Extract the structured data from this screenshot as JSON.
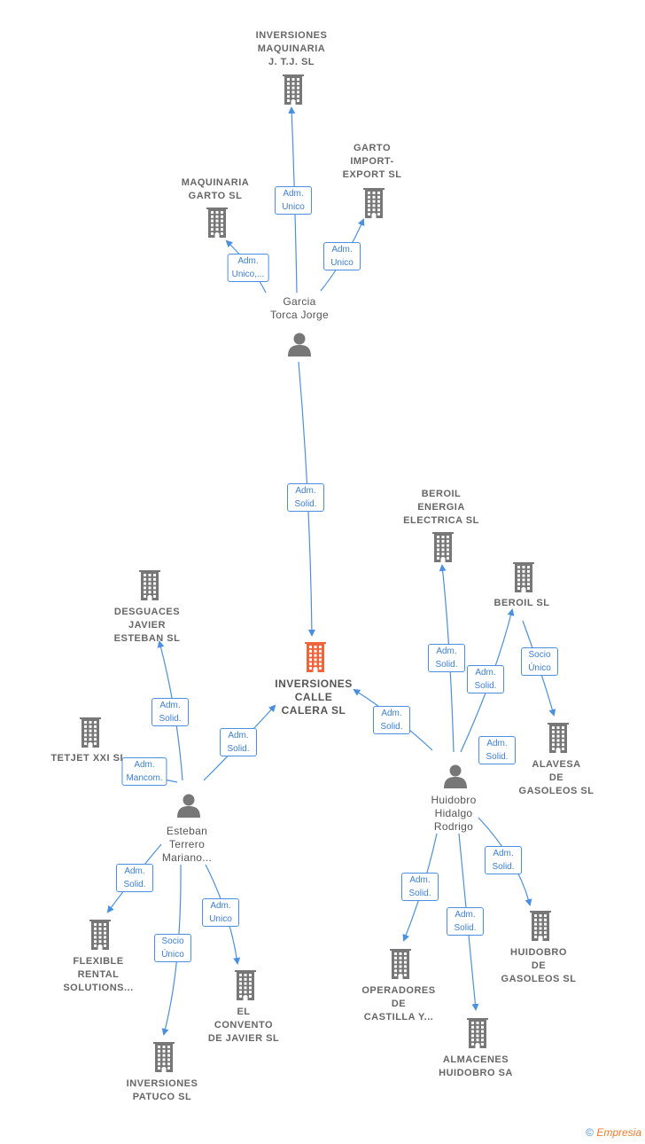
{
  "nodes": [
    {
      "id": "inversiones_maquinaria",
      "type": "company",
      "label": "INVERSIONES\nMAQUINARIA\nJ. T.J.  SL"
    },
    {
      "id": "garto_import",
      "type": "company",
      "label": "GARTO\nIMPORT-\nEXPORT  SL"
    },
    {
      "id": "maquinaria_garto",
      "type": "company",
      "label": "MAQUINARIA\nGARTO  SL"
    },
    {
      "id": "garcia_torca",
      "type": "person",
      "label": "Garcia\nTorca Jorge"
    },
    {
      "id": "inversiones_calle_calera",
      "type": "company",
      "highlight": true,
      "label": "INVERSIONES\nCALLE\nCALERA  SL"
    },
    {
      "id": "beroil_energia",
      "type": "company",
      "label": "BEROIL\nENERGIA\nELECTRICA  SL"
    },
    {
      "id": "beroil",
      "type": "company",
      "label": "BEROIL SL"
    },
    {
      "id": "alavesa",
      "type": "company",
      "label": "ALAVESA\nDE\nGASOLEOS  SL"
    },
    {
      "id": "desguaces",
      "type": "company",
      "label": "DESGUACES\nJAVIER\nESTEBAN  SL"
    },
    {
      "id": "tetjet",
      "type": "company",
      "label": "TETJET XXI  SL"
    },
    {
      "id": "esteban_terrero",
      "type": "person",
      "label": "Esteban\nTerrero\nMariano..."
    },
    {
      "id": "huidobro_hidalgo",
      "type": "person",
      "label": "Huidobro\nHidalgo\nRodrigo"
    },
    {
      "id": "flexible_rental",
      "type": "company",
      "label": "FLEXIBLE\nRENTAL\nSOLUTIONS..."
    },
    {
      "id": "el_convento",
      "type": "company",
      "label": "EL\nCONVENTO\nDE JAVIER  SL"
    },
    {
      "id": "inversiones_patuco",
      "type": "company",
      "label": "INVERSIONES\nPATUCO  SL"
    },
    {
      "id": "operadores_castilla",
      "type": "company",
      "label": "OPERADORES\nDE\nCASTILLA Y..."
    },
    {
      "id": "almacenes_huidobro",
      "type": "company",
      "label": "ALMACENES\nHUIDOBRO SA"
    },
    {
      "id": "huidobro_gasoleos",
      "type": "company",
      "label": "HUIDOBRO\nDE\nGASOLEOS SL"
    }
  ],
  "edges": [
    {
      "from": "garcia_torca",
      "to": "inversiones_maquinaria",
      "label": "Adm.\nUnico"
    },
    {
      "from": "garcia_torca",
      "to": "garto_import",
      "label": "Adm.\nUnico"
    },
    {
      "from": "garcia_torca",
      "to": "maquinaria_garto",
      "label": "Adm.\nUnico,..."
    },
    {
      "from": "garcia_torca",
      "to": "inversiones_calle_calera",
      "label": "Adm.\nSolid."
    },
    {
      "from": "huidobro_hidalgo",
      "to": "beroil_energia",
      "label": "Adm.\nSolid."
    },
    {
      "from": "huidobro_hidalgo",
      "to": "beroil",
      "label": "Adm.\nSolid."
    },
    {
      "from": "beroil",
      "to": "alavesa",
      "label": "Socio\nÚnico"
    },
    {
      "from": "huidobro_hidalgo",
      "to": "inversiones_calle_calera",
      "label": "Adm.\nSolid."
    },
    {
      "from": "huidobro_hidalgo",
      "to": "alavesa",
      "label": "Adm.\nSolid."
    },
    {
      "from": "esteban_terrero",
      "to": "desguaces",
      "label": "Adm.\nSolid."
    },
    {
      "from": "esteban_terrero",
      "to": "inversiones_calle_calera",
      "label": "Adm.\nSolid."
    },
    {
      "from": "esteban_terrero",
      "to": "tetjet",
      "label": "Adm.\nMancom."
    },
    {
      "from": "esteban_terrero",
      "to": "flexible_rental",
      "label": "Adm.\nSolid."
    },
    {
      "from": "esteban_terrero",
      "to": "el_convento",
      "label": "Adm.\nUnico"
    },
    {
      "from": "esteban_terrero",
      "to": "inversiones_patuco",
      "label": "Socio\nÚnico"
    },
    {
      "from": "huidobro_hidalgo",
      "to": "operadores_castilla",
      "label": "Adm.\nSolid."
    },
    {
      "from": "huidobro_hidalgo",
      "to": "almacenes_huidobro",
      "label": "Adm.\nSolid."
    },
    {
      "from": "huidobro_hidalgo",
      "to": "huidobro_gasoleos",
      "label": "Adm.\nSolid."
    }
  ],
  "colors": {
    "edge": "#4a90e2",
    "company_icon": "#777777",
    "highlight_icon": "#f0643c",
    "person_icon": "#777777"
  },
  "footer": {
    "symbol": "©",
    "brand": "Empresia"
  }
}
